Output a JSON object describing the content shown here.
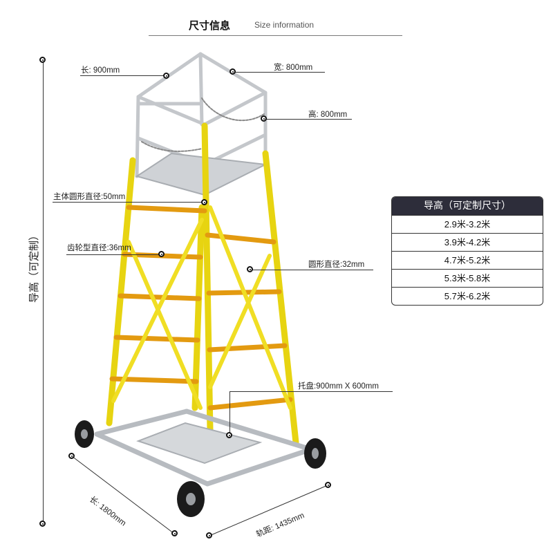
{
  "header": {
    "title_cn": "尺寸信息",
    "title_en": "Size information"
  },
  "side_title": "导高（可定制）",
  "labels": {
    "length_top": "长: 900mm",
    "width_top": "宽: 800mm",
    "height_rail": "高: 800mm",
    "main_tube": "主体圆形直径:50mm",
    "gear_tube": "齿轮型直径:36mm",
    "round_tube": "圆形直径:32mm",
    "tray": "托盘:900mm X 600mm",
    "length_base": "长: 1800mm",
    "track": "轨距: 1435mm"
  },
  "table": {
    "header": "导高（可定制尺寸）",
    "rows": [
      "2.9米-3.2米",
      "3.9米-4.2米",
      "4.7米-5.2米",
      "5.3米-5.8米",
      "5.7米-6.2米"
    ]
  },
  "colors": {
    "ladder": "#f2e21a",
    "frame": "#bfc3c7",
    "table_header": "#2d2d3a"
  }
}
